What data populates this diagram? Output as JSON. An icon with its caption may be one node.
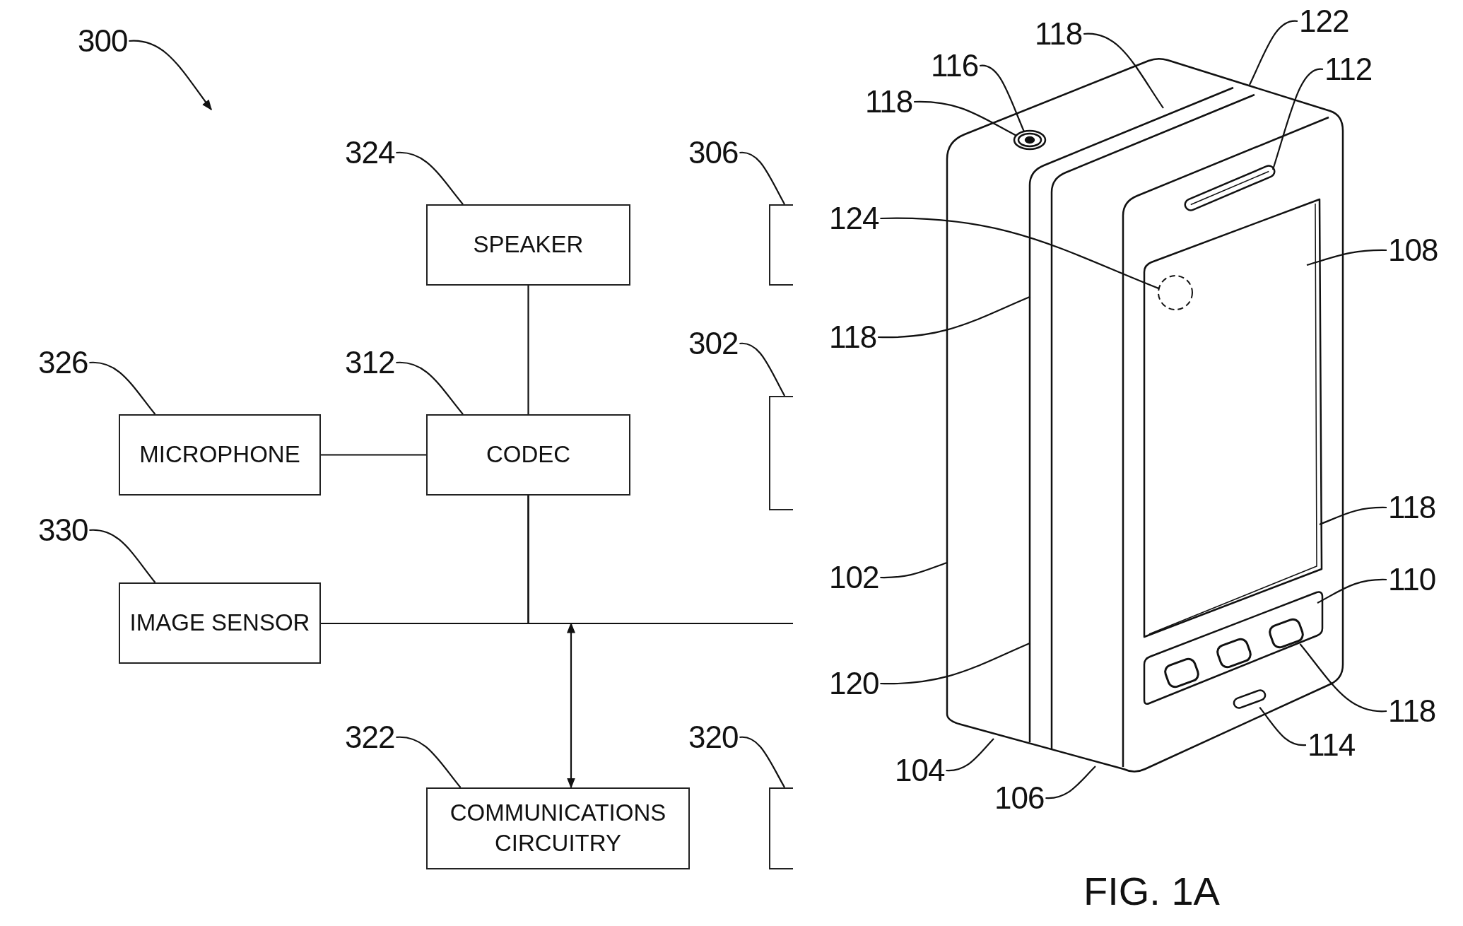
{
  "diagram": {
    "caption": "FIG. 1A",
    "nodes": [
      {
        "text": [
          "300"
        ]
      },
      {
        "text": [
          "324"
        ]
      },
      {
        "text": [
          "306"
        ]
      },
      {
        "text": [
          "SPEAKER"
        ]
      },
      {
        "text": [],
        "shape": "box"
      },
      {
        "text": [
          "326"
        ]
      },
      {
        "text": [
          "312"
        ]
      },
      {
        "text": [
          "302"
        ]
      },
      {
        "text": [
          "MICROPHONE"
        ]
      },
      {
        "text": [
          "CODEC"
        ]
      },
      {
        "text": [],
        "shape": "box"
      },
      {
        "text": [
          "330"
        ]
      },
      {
        "text": [
          "IMAGE SENSOR"
        ]
      },
      {
        "text": [
          "322"
        ]
      },
      {
        "text": [
          "320"
        ]
      },
      {
        "text": [
          "COMMUNICATIONS CIRCUITRY"
        ]
      },
      {
        "text": [],
        "shape": "box"
      },
      {
        "text": [
          "118"
        ]
      },
      {
        "text": [
          "122"
        ]
      },
      {
        "text": [
          "116"
        ]
      },
      {
        "text": [
          "112"
        ]
      },
      {
        "text": [
          "118"
        ]
      },
      {
        "text": [
          "124"
        ]
      },
      {
        "text": [
          "108"
        ]
      },
      {
        "text": [
          "118"
        ]
      },
      {
        "text": [
          "118"
        ]
      },
      {
        "text": [
          "102"
        ]
      },
      {
        "text": [
          "110"
        ]
      },
      {
        "text": [
          "120"
        ]
      },
      {
        "text": [
          "118"
        ]
      },
      {
        "text": [
          "114"
        ]
      },
      {
        "text": [
          "104"
        ]
      },
      {
        "text": [
          "106"
        ]
      },
      {
        "text": [],
        "shape": "circle"
      },
      {
        "text": [],
        "shape": "circle"
      },
      {
        "text": [],
        "shape": "box"
      },
      {
        "text": [],
        "shape": "box"
      }
    ],
    "edges": [
      {
        "from": 3,
        "to": 9,
        "arrow": "none"
      },
      {
        "from": 8,
        "to": 9,
        "arrow": "none"
      },
      {
        "from": 12,
        "to": 9,
        "arrow": "none"
      },
      {
        "from": 9,
        "to": null,
        "arrow": "none"
      },
      {
        "from": null,
        "to": 15,
        "arrow": "both"
      },
      {
        "from": 0,
        "to": null,
        "arrow": "to"
      },
      {
        "from": 1,
        "to": 3,
        "arrow": "none"
      },
      {
        "from": 2,
        "to": 4,
        "arrow": "none"
      },
      {
        "from": 5,
        "to": 8,
        "arrow": "none"
      },
      {
        "from": 6,
        "to": 9,
        "arrow": "none"
      },
      {
        "from": 7,
        "to": 10,
        "arrow": "none"
      },
      {
        "from": 11,
        "to": 12,
        "arrow": "none"
      },
      {
        "from": 13,
        "to": 15,
        "arrow": "none"
      },
      {
        "from": 14,
        "to": 16,
        "arrow": "none"
      },
      {
        "from": 17,
        "to": null,
        "arrow": "none"
      },
      {
        "from": 18,
        "to": null,
        "arrow": "none"
      },
      {
        "from": 19,
        "to": 33,
        "arrow": "none"
      },
      {
        "from": 20,
        "to": null,
        "arrow": "none"
      },
      {
        "from": 21,
        "to": 33,
        "arrow": "none"
      },
      {
        "from": 22,
        "to": 34,
        "arrow": "none"
      },
      {
        "from": 23,
        "to": null,
        "arrow": "none"
      },
      {
        "from": 24,
        "to": null,
        "arrow": "none"
      },
      {
        "from": 25,
        "to": null,
        "arrow": "none"
      },
      {
        "from": 26,
        "to": null,
        "arrow": "none"
      },
      {
        "from": 27,
        "to": null,
        "arrow": "none"
      },
      {
        "from": 28,
        "to": null,
        "arrow": "none"
      },
      {
        "from": 29,
        "to": 35,
        "arrow": "none"
      },
      {
        "from": 30,
        "to": 36,
        "arrow": "none"
      },
      {
        "from": 31,
        "to": null,
        "arrow": "none"
      },
      {
        "from": 32,
        "to": null,
        "arrow": "none"
      }
    ]
  }
}
